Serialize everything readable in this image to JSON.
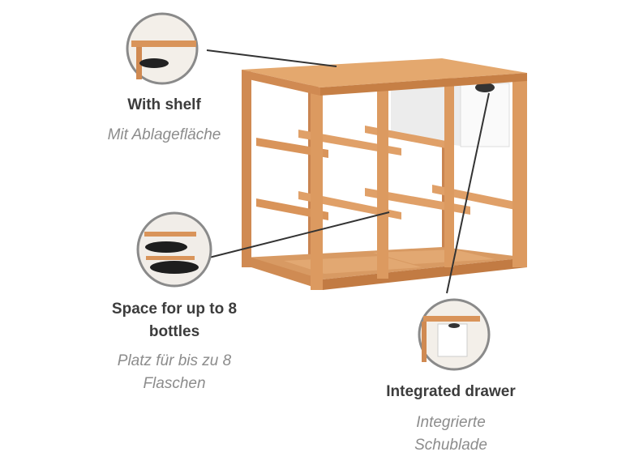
{
  "callouts": {
    "shelf": {
      "title": "With shelf",
      "subtitle": "Mit Ablagefläche"
    },
    "bottles": {
      "title_line1": "Space for up to 8",
      "title_line2": "bottles",
      "subtitle_line1": "Platz für bis zu 8",
      "subtitle_line2": "Flaschen"
    },
    "drawer": {
      "title": "Integrated drawer",
      "subtitle_line1": "Integrierte",
      "subtitle_line2": "Schublade"
    }
  },
  "colors": {
    "wood": "#d9945a",
    "wood_dark": "#b8723c",
    "circle_border": "#8a8a8a",
    "line": "#333333"
  }
}
